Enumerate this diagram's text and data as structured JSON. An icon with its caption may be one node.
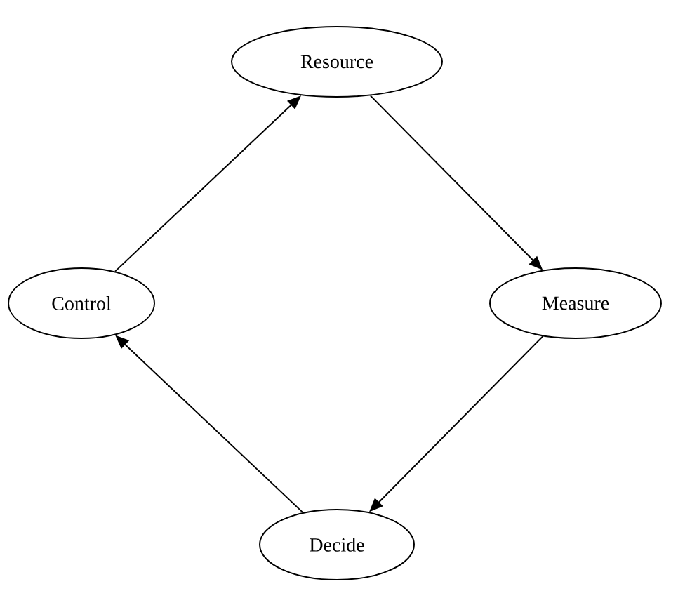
{
  "diagram": {
    "nodes": [
      {
        "text": [
          "Resource"
        ]
      },
      {
        "text": [
          "Control"
        ]
      },
      {
        "text": [
          "Measure"
        ]
      },
      {
        "text": [
          "Decide"
        ]
      }
    ],
    "edges": [
      {
        "from": 1,
        "to": 0,
        "arrow": "to"
      },
      {
        "from": 0,
        "to": 2,
        "arrow": "to"
      },
      {
        "from": 2,
        "to": 3,
        "arrow": "to"
      },
      {
        "from": 3,
        "to": 1,
        "arrow": "to"
      }
    ]
  }
}
